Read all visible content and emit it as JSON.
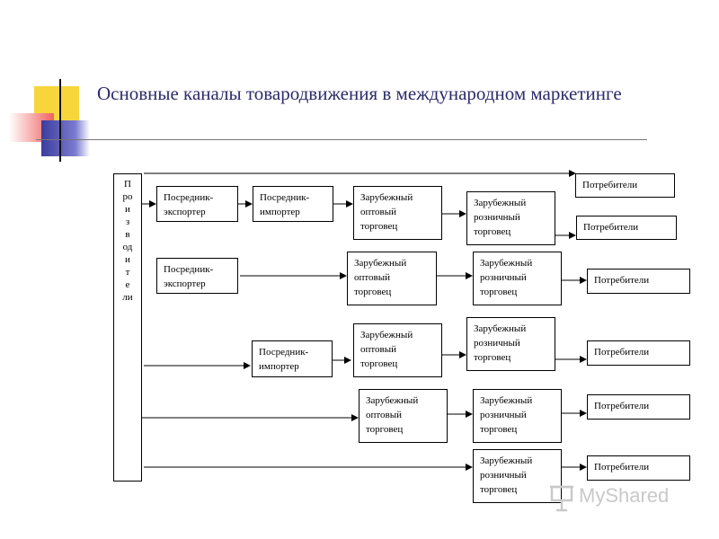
{
  "slide": {
    "title": "Основные каналы товародвижения в международном маркетинге"
  },
  "diagram": {
    "producer_label": "П\nро\nи\nз\nв\nод\nи\nт\nе\nли",
    "labels": {
      "exporter": "Посредник-\nэкспортер",
      "importer": "Посредник-\nимпортер",
      "wholesaler": "Зарубежный\nоптовый\nторговец",
      "retailer": "Зарубежный\nрозничный\nторговец",
      "consumers": "Потребители"
    },
    "channels": [
      {
        "name": "channel-1",
        "path": [
          "Производители",
          "Потребители"
        ]
      },
      {
        "name": "channel-2",
        "path": [
          "Производители",
          "Посредник-экспортер",
          "Посредник-импортер",
          "Зарубежный оптовый торговец",
          "Зарубежный розничный торговец",
          "Потребители"
        ]
      },
      {
        "name": "channel-3",
        "path": [
          "Производители",
          "Посредник-экспортер",
          "Зарубежный оптовый торговец",
          "Зарубежный розничный торговец",
          "Потребители"
        ]
      },
      {
        "name": "channel-4",
        "path": [
          "Производители",
          "Посредник-импортер",
          "Зарубежный оптовый торговец",
          "Зарубежный розничный торговец",
          "Потребители"
        ]
      },
      {
        "name": "channel-5",
        "path": [
          "Производители",
          "Зарубежный оптовый торговец",
          "Зарубежный розничный торговец",
          "Потребители"
        ]
      },
      {
        "name": "channel-6",
        "path": [
          "Производители",
          "Зарубежный розничный торговец",
          "Потребители"
        ]
      }
    ]
  },
  "watermark": {
    "text": "MyShared",
    "icon": "presentation-board-icon"
  },
  "colors": {
    "title": "#2b2b6b",
    "deco_yellow": "#f7d63c",
    "deco_red": "#f06060",
    "deco_blue": "#3c3c9c"
  }
}
